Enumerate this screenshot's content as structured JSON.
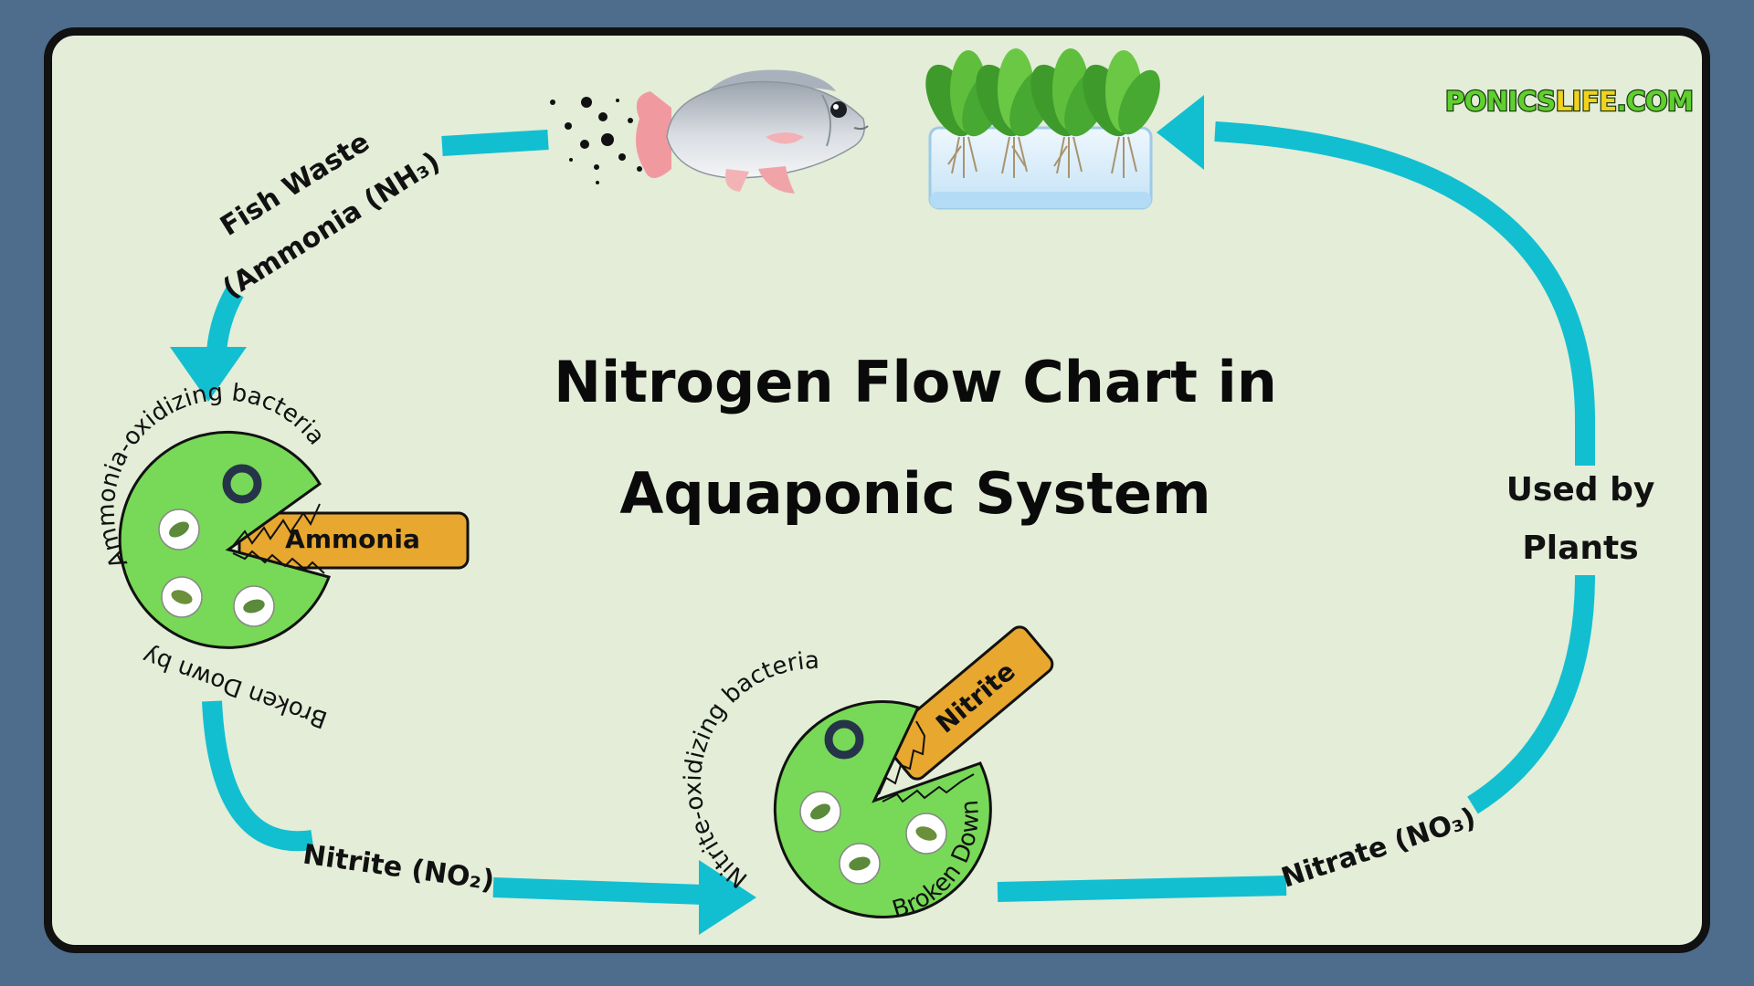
{
  "title": {
    "line1": "Nitrogen Flow Chart in",
    "line2": "Aquaponic System"
  },
  "brand": {
    "part1": "PONICS",
    "part2": "LIFE",
    "part3": ".COM"
  },
  "labels": {
    "fish_waste_line1": "Fish Waste",
    "fish_waste_line2": "(Ammonia (NH₃)",
    "nitrite_flow": "Nitrite (NO₂)",
    "nitrate_flow": "Nitrate (NO₃)",
    "used_by_line1": "Used by",
    "used_by_line2": "Plants"
  },
  "stage_ammonia": {
    "tag": "Ammonia",
    "arc_top": "Ammonia-oxidizing bacteria",
    "arc_bottom": "Broken Down by"
  },
  "stage_nitrite": {
    "tag": "Nitrite",
    "arc_top": "Nitrite-oxidizing bacteria",
    "arc_bottom": "Broken Down by"
  },
  "colors": {
    "background": "#4e6d8c",
    "panel": "#e3edd8",
    "arrow": "#12bfd0",
    "pacman": "#77d957",
    "tag": "#e8a72e",
    "brand_green": "#5fd02f"
  }
}
